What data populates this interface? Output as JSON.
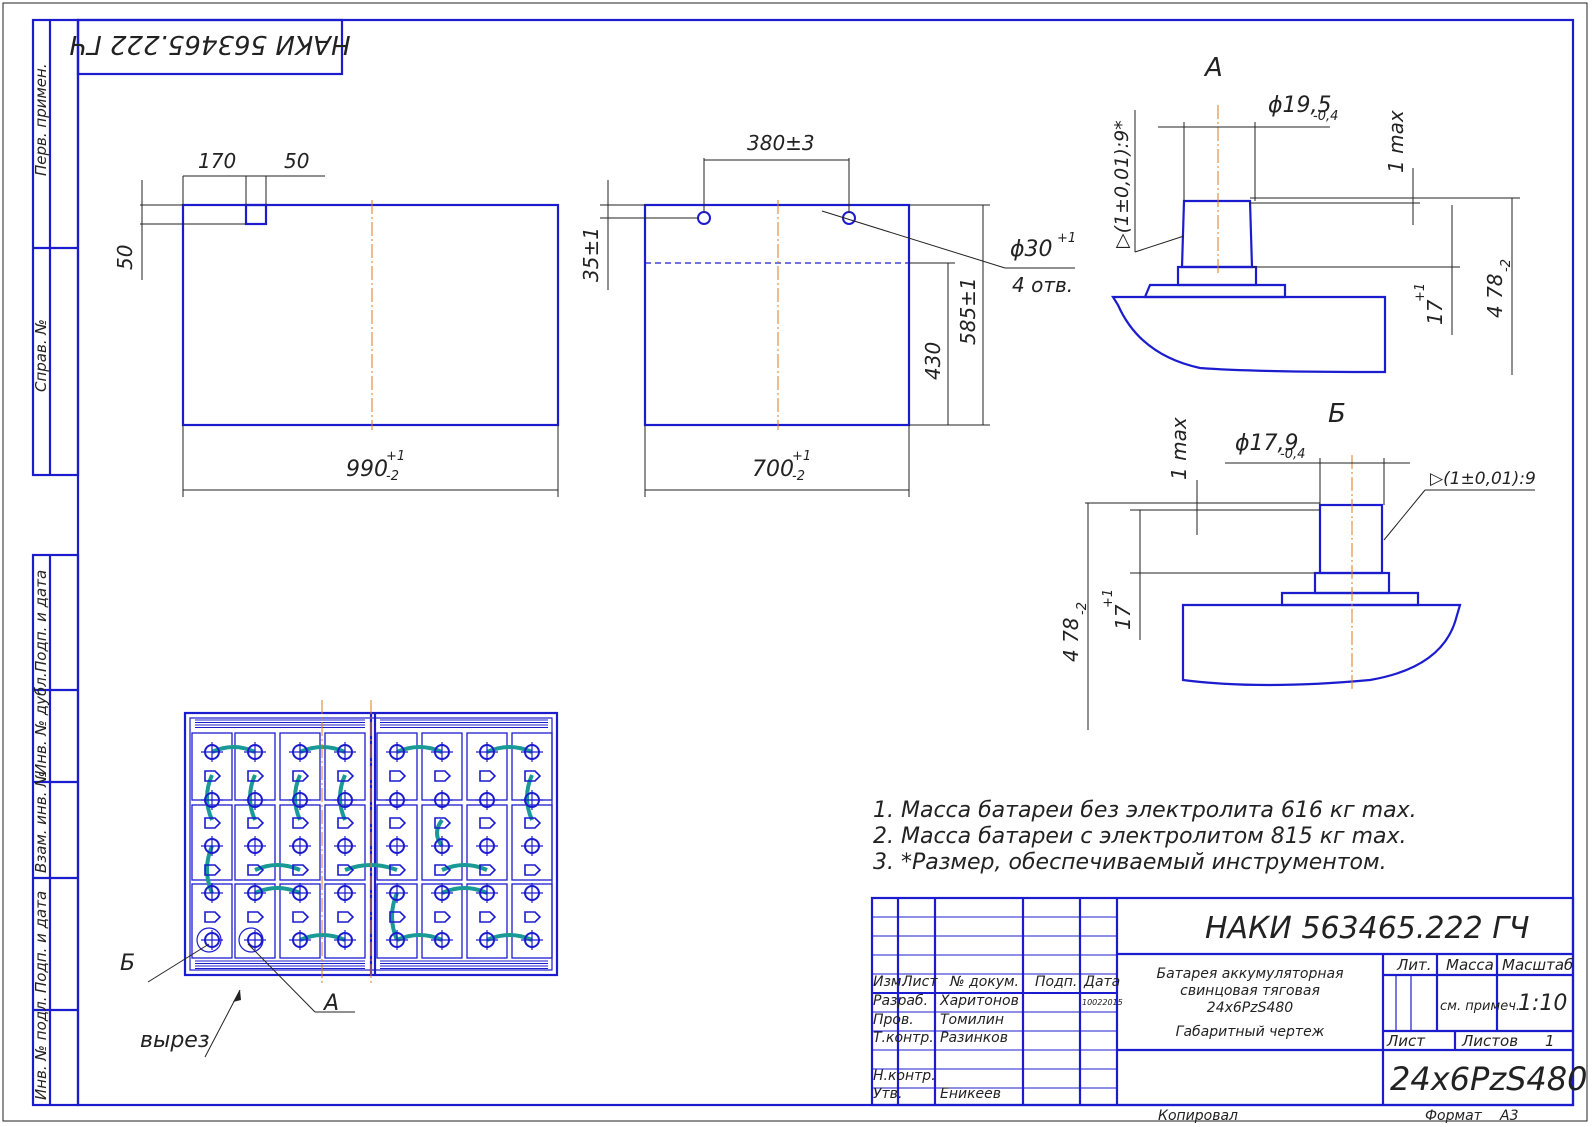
{
  "stamp_top": "НАКИ 563465.222 ГЧ",
  "side_labels": [
    "Перв. примен.",
    "Справ. №",
    "Подп. и дата",
    "Инв. № дубл.",
    "Взам. инв. №",
    "Подп. и дата",
    "Инв. № подл."
  ],
  "dims": {
    "d170": "170",
    "d50a": "50",
    "d50b": "50",
    "d990": "990",
    "d990_tol_top": "+1",
    "d990_tol_bot": "-2",
    "d380": "380±3",
    "d35": "35±1",
    "d585": "585±1",
    "d430": "430",
    "d700": "700",
    "d700_tol_top": "+1",
    "d700_tol_bot": "-2",
    "phi30": "ϕ30",
    "phi30_tol": "+1",
    "holes": "4 отв.",
    "viewA": "А",
    "viewB": "Б",
    "phi19": "ϕ19,5",
    "phi19_tol": "-0,4",
    "phi17": "ϕ17,9",
    "phi17_tol": "-0,4",
    "taperA": "▷(1±0,01):9*",
    "taperB": "▷(1±0,01):9",
    "maxA": "1 max",
    "maxB": "1 max",
    "d17A": "17",
    "d17A_tol": "+1",
    "d478A": "4 78",
    "d478A_tol": "-2",
    "d17B": "17",
    "d17B_tol": "+1",
    "d478B": "4 78",
    "d478B_tol": "-2",
    "labelA": "А",
    "labelB": "Б",
    "cutout": "вырез"
  },
  "notes": [
    "1. Масса батареи без электролита 616 кг max.",
    "2. Масса батареи с электролитом 815 кг max.",
    "3.  *Размер, обеспечиваемый инструментом."
  ],
  "title_block": {
    "designation": "НАКИ 563465.222 ГЧ",
    "name_lines": [
      "Батарея аккумуляторная",
      "свинцовая тяговая",
      "24x6PzS480",
      "Габаритный чертеж"
    ],
    "headers": {
      "izm": "Изм.",
      "list": "Лист",
      "ndoc": "№ докум.",
      "podp": "Подп.",
      "data": "Дата"
    },
    "roles": [
      {
        "role": "Разраб.",
        "name": "Харитонов",
        "date": "10022015"
      },
      {
        "role": "Пров.",
        "name": "Томилин",
        "date": ""
      },
      {
        "role": "Т.контр.",
        "name": "Разинков",
        "date": ""
      },
      {
        "role": "Н.контр.",
        "name": "",
        "date": ""
      },
      {
        "role": "Утв.",
        "name": "Еникеев",
        "date": ""
      }
    ],
    "lit": "Лит.",
    "massa": "Масса",
    "masshtab": "Масштаб",
    "massa_value": "см. примеч.",
    "scale_value": "1:10",
    "sheet": "Лист",
    "sheets": "Листов",
    "sheets_value": "1",
    "product": "24x6PzS480",
    "copied": "Копировал",
    "format": "Формат",
    "format_value": "А3"
  }
}
